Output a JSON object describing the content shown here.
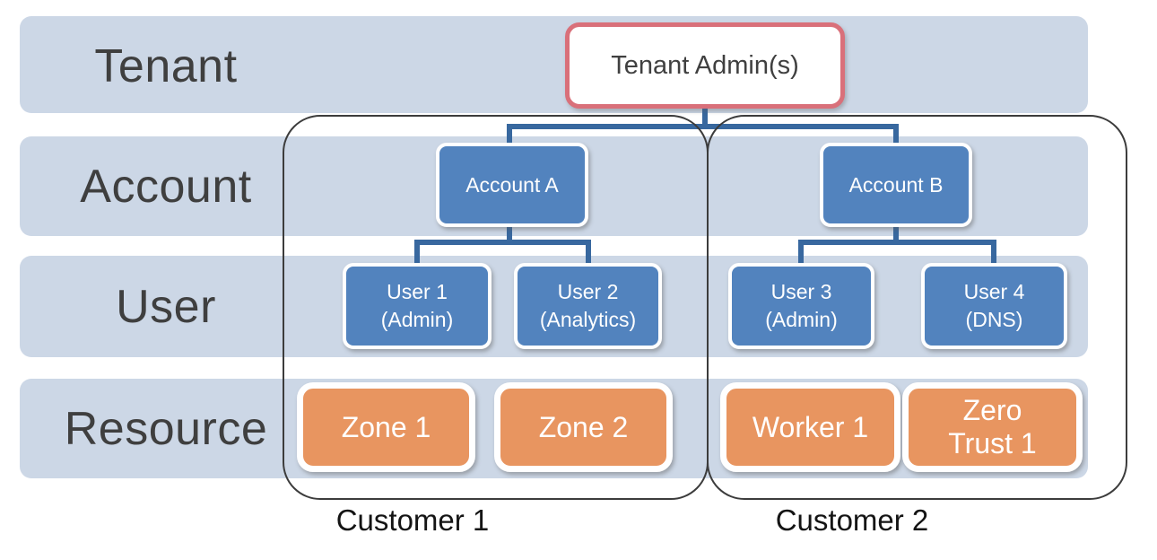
{
  "rows": [
    {
      "label": "Tenant"
    },
    {
      "label": "Account"
    },
    {
      "label": "User"
    },
    {
      "label": "Resource"
    }
  ],
  "tenant_admin_label": "Tenant Admin(s)",
  "groups": [
    {
      "name": "Customer 1",
      "account": "Account A",
      "users": [
        {
          "name": "User 1",
          "role": "(Admin)"
        },
        {
          "name": "User 2",
          "role": "(Analytics)"
        }
      ],
      "resources": [
        "Zone 1",
        "Zone 2"
      ]
    },
    {
      "name": "Customer 2",
      "account": "Account B",
      "users": [
        {
          "name": "User 3",
          "role": "(Admin)"
        },
        {
          "name": "User 4",
          "role": "(DNS)"
        }
      ],
      "resources": [
        "Worker 1",
        "Zero Trust 1"
      ]
    }
  ],
  "colors": {
    "band_background": "#ccd7e6",
    "node_blue": "#5283be",
    "node_orange": "#e89560",
    "connector_blue": "#38689f",
    "admin_border_red": "#d9707a",
    "row_label_text": "#3f3f3f",
    "group_outline": "#3c3c3c"
  }
}
